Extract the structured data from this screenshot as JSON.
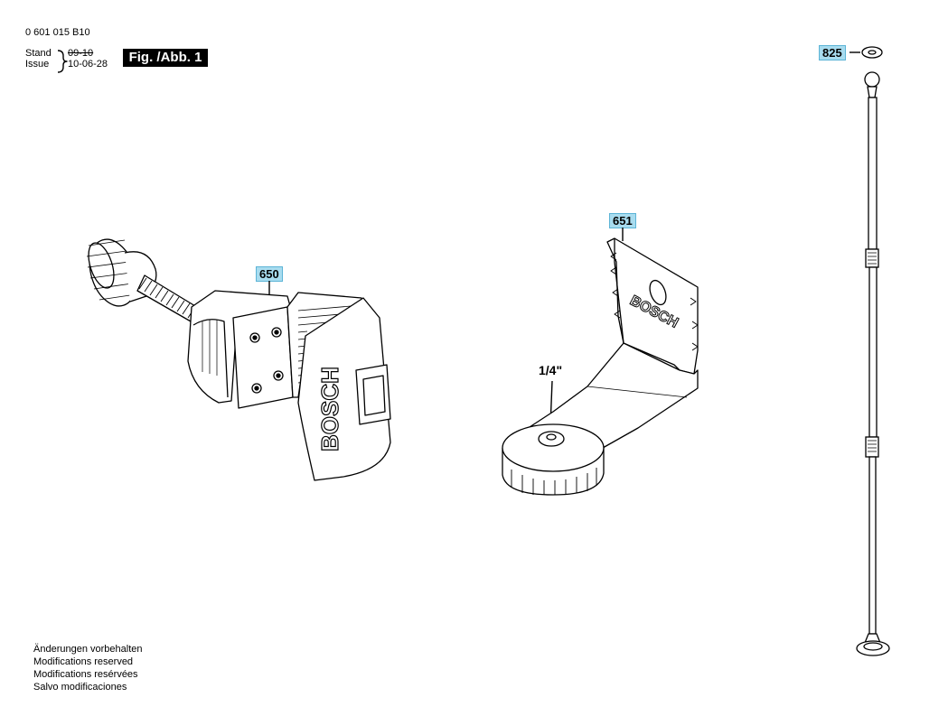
{
  "header": {
    "part_number": "0 601 015 B10",
    "stand_label": "Stand",
    "issue_label": "Issue",
    "stand_date_old": "09-10",
    "issue_date": "10-06-28",
    "figure_label": "Fig. /Abb. 1"
  },
  "parts": [
    {
      "id": "650",
      "component": "wall-clamp-mount"
    },
    {
      "id": "651",
      "component": "bracket-with-thumbscrew"
    },
    {
      "id": "825",
      "component": "telescoping-pole"
    }
  ],
  "thread_label": "1/4\"",
  "brand_marks": [
    "BOSCH",
    "BOSCH"
  ],
  "footer_notes": [
    "Änderungen vorbehalten",
    "Modifications reserved",
    "Modifications resérvées",
    "Salvo modificaciones"
  ],
  "colors": {
    "tag_fill": "#a8dcef",
    "tag_border": "#5cb4d6",
    "figure_box": "#000000"
  }
}
